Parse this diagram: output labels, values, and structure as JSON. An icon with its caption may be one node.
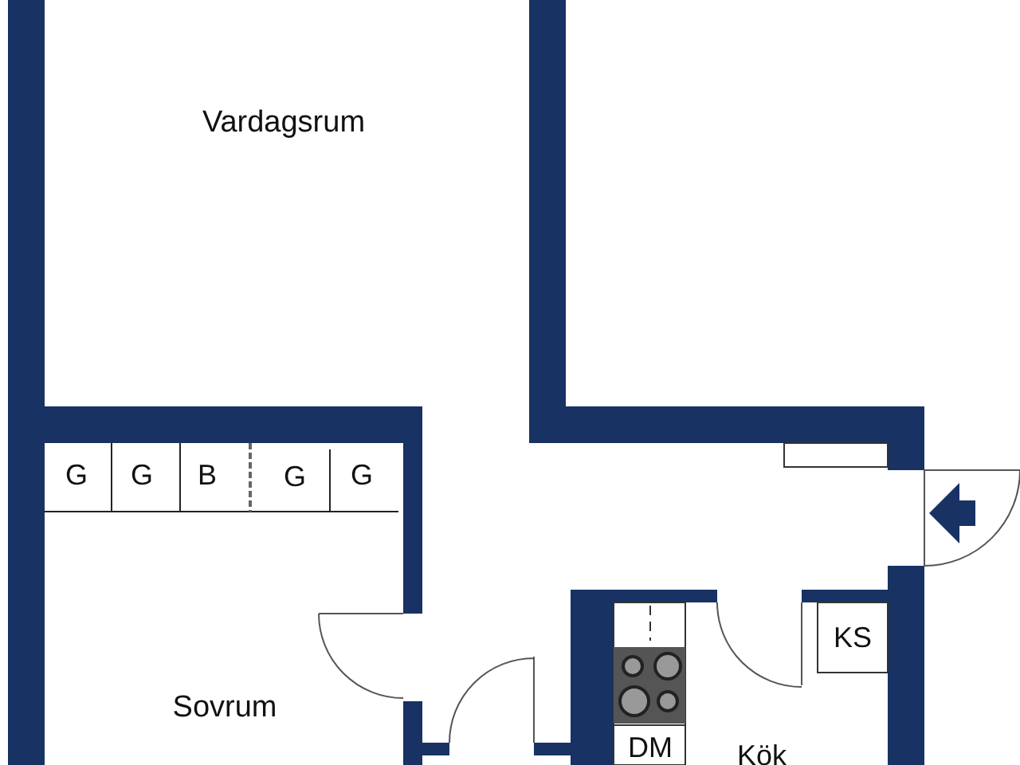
{
  "diagram": {
    "labels": [
      "Vardagsrum",
      "G",
      "G",
      "B",
      "G",
      "G",
      "Sovrum",
      "KS",
      "DM",
      "Kök"
    ]
  }
}
